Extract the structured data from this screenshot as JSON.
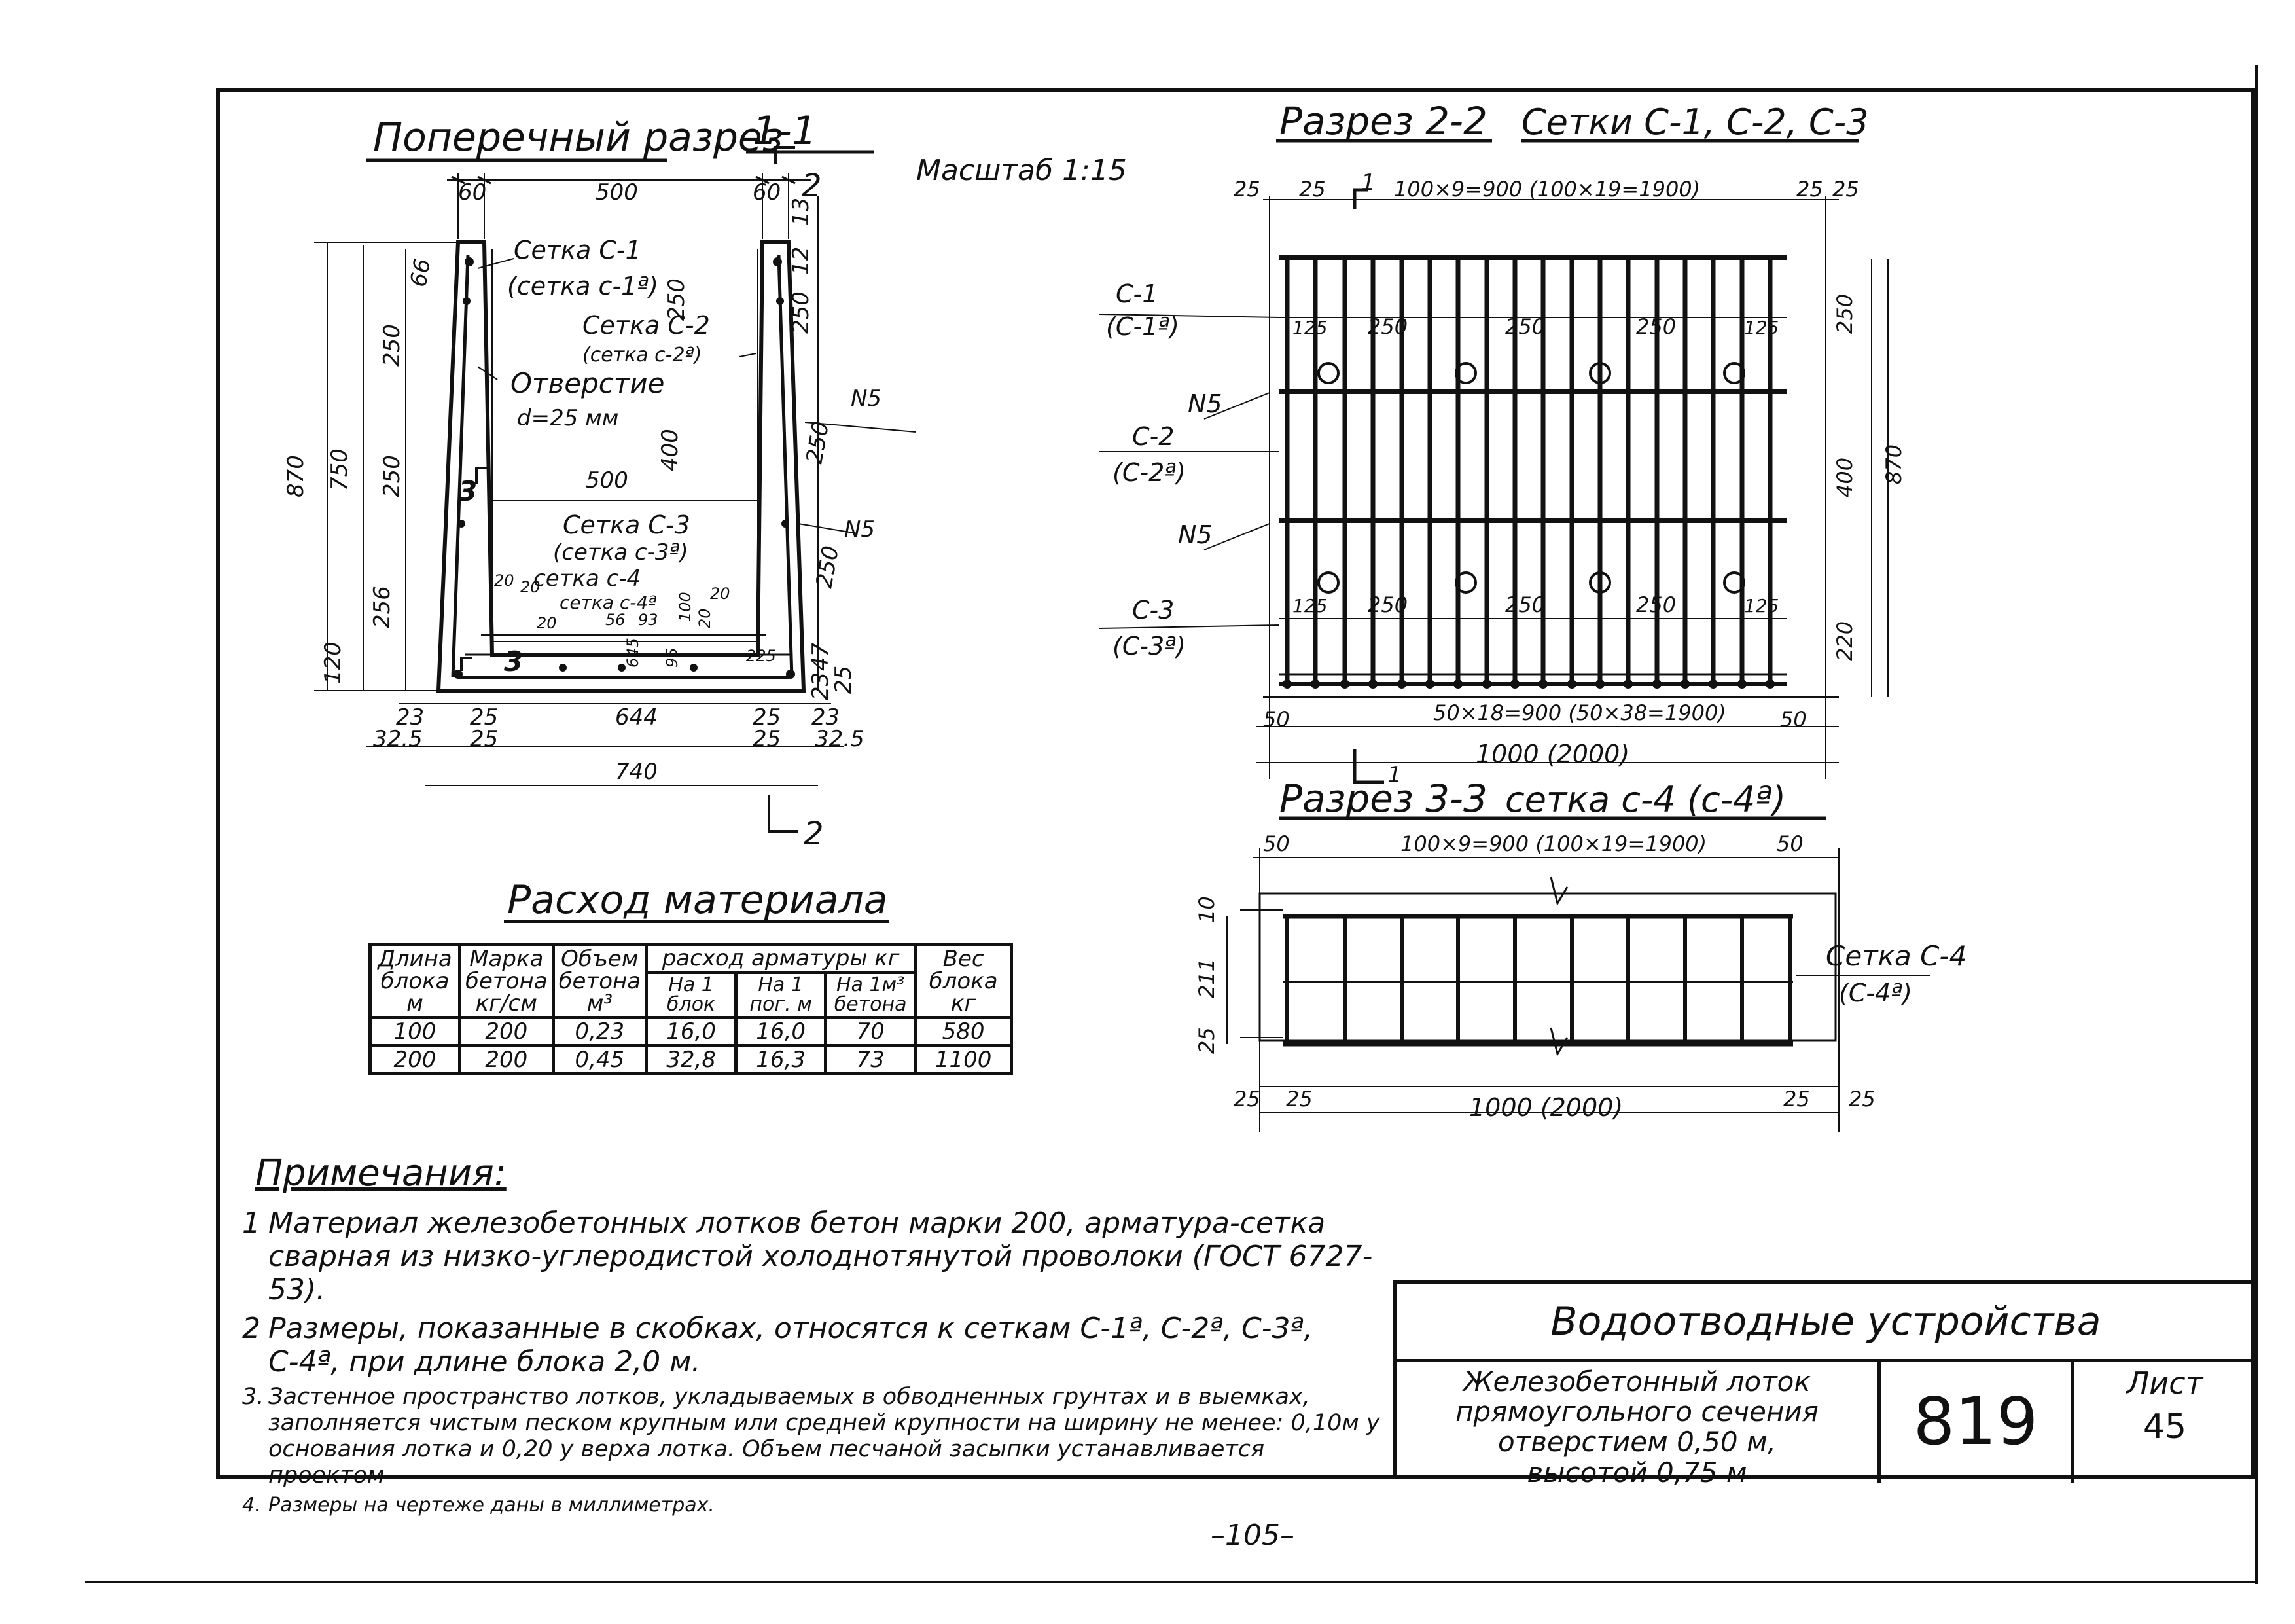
{
  "section1": {
    "title": "Поперечный разрез",
    "number": "1-1",
    "cut_marks": [
      "2",
      "2"
    ],
    "scale": "Масштаб 1:15",
    "dims": {
      "top": [
        "60",
        "500",
        "60"
      ],
      "left_total": "870",
      "left_750": "750",
      "left_parts": [
        "66",
        "250",
        "250",
        "256",
        "120"
      ],
      "right_parts": [
        "13",
        "12",
        "250",
        "250",
        "250",
        "47",
        "23",
        "25"
      ],
      "bottom_row1": [
        "23",
        "25",
        "644",
        "25",
        "23"
      ],
      "bottom_row2": [
        "32.5",
        "25",
        "25",
        "32.5"
      ],
      "bottom_total": "740",
      "inner_width": "500",
      "inner_250": "250",
      "inner_400": "400",
      "small": [
        "20",
        "20",
        "20",
        "20",
        "56",
        "93",
        "645",
        "95",
        "100",
        "20",
        "225"
      ],
      "cut3": "3"
    },
    "labels": {
      "c1": "Сетка С-1",
      "c1a": "(сетка с-1ª)",
      "c2": "Сетка С-2",
      "c2a": "(сетка с-2ª)",
      "hole": "Отверстие",
      "hole_d": "d=25 мм",
      "c3": "Сетка С-3",
      "c3a": "(сетка с-3ª)",
      "c4": "сетка с-4",
      "c4a": "сетка с-4ª",
      "n5a": "N5",
      "n5b": "N5"
    }
  },
  "section2": {
    "title": "Разрез 2-2",
    "subtitle": "Сетки С-1, С-2, С-3",
    "cut1": "1",
    "top_dims": [
      "25",
      "25",
      "100×9=900 (100×19=1900)",
      "25",
      "25"
    ],
    "right_dims": [
      "250",
      "400",
      "220"
    ],
    "right_total": "870",
    "spacing": [
      "125",
      "250",
      "250",
      "250",
      "125"
    ],
    "bottom_dims": [
      "50",
      "50×18=900 (50×38=1900)",
      "50"
    ],
    "bottom_total": "1000 (2000)",
    "labels": [
      "С-1",
      "(С-1ª)",
      "N5",
      "С-2",
      "(С-2ª)",
      "N5",
      "С-3",
      "(С-3ª)"
    ]
  },
  "section3": {
    "title": "Разрез 3-3",
    "subtitle": "сетка с-4 (с-4ª)",
    "top_dims": [
      "50",
      "100×9=900 (100×19=1900)",
      "50"
    ],
    "left_dims": [
      "10",
      "211",
      "25"
    ],
    "bottom_dims": [
      "25",
      "25",
      "1000 (2000)",
      "25",
      "25"
    ],
    "label": "Сетка С-4",
    "label_a": "(С-4ª)"
  },
  "materials": {
    "title": "Расход материала",
    "headers": {
      "length": "Длина блока м",
      "grade": "Марка бетона кг/см",
      "volume": "Объем бетона м³",
      "rebar": "расход арматуры кг",
      "rebar_sub": [
        "На 1 блок",
        "На 1 пог. м",
        "На 1м³ бетона"
      ],
      "weight": "Вес блока кг"
    },
    "rows": [
      [
        "100",
        "200",
        "0,23",
        "16,0",
        "16,0",
        "70",
        "580"
      ],
      [
        "200",
        "200",
        "0,45",
        "32,8",
        "16,3",
        "73",
        "1100"
      ]
    ]
  },
  "notes": {
    "title": "Примечания:",
    "items": [
      {
        "n": "1",
        "text": "Материал железобетонных лотков бетон марки 200, арматура-сетка сварная из низко-углеродистой холоднотянутой проволоки (ГОСТ 6727-53)."
      },
      {
        "n": "2",
        "text": "Размеры, показанные в скобках, относятся к сеткам С-1ª, С-2ª, С-3ª, С-4ª, при длине блока 2,0 м."
      },
      {
        "n": "3.",
        "text": "Застенное пространство лотков, укладываемых в обводненных грунтах и в выемках, заполняется чистым песком крупным или средней крупности на ширину не менее: 0,10м у основания лотка и 0,20 у верха лотка. Объем песчаной засыпки устанавливается проектом"
      },
      {
        "n": "4.",
        "text": "Размеры на чертеже даны в миллиметрах."
      }
    ]
  },
  "stamp": {
    "header": "Водоотводные устройства",
    "desc": [
      "Железобетонный лоток",
      "прямоугольного сечения",
      "отверстием 0,50 м,",
      "высотой 0,75 м"
    ],
    "number": "819",
    "sheet_label": "Лист",
    "sheet": "45"
  },
  "page_number": "–105–"
}
